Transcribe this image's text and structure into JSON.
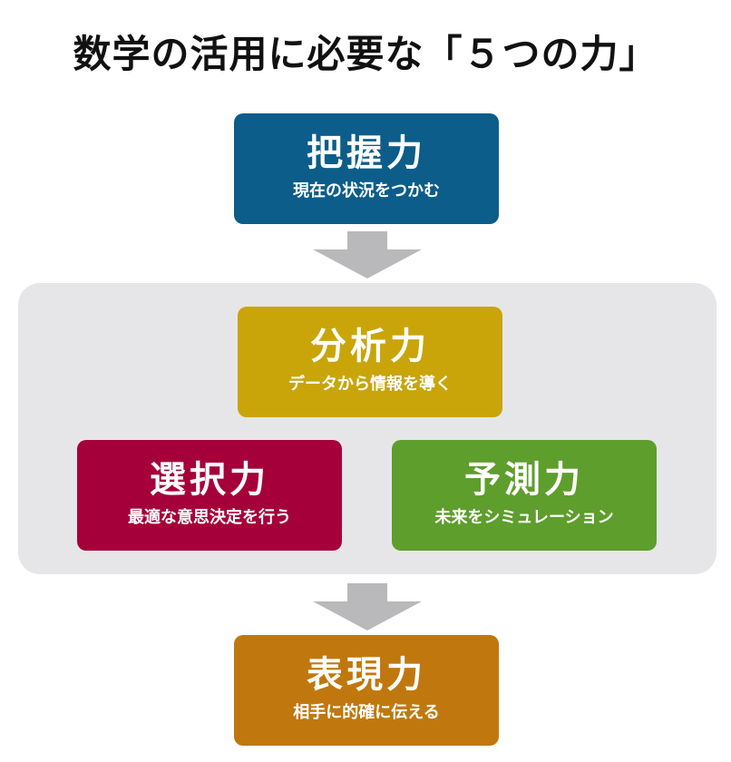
{
  "title": "数学の活用に必要な「５つの力」",
  "colors": {
    "haaku": "#0c5d8a",
    "bunseki": "#c9a50a",
    "sentaku": "#a6003a",
    "yosoku": "#5e9e2c",
    "hyogen": "#c0780e",
    "arrow": "#b9b9bb",
    "panel": "#e6e6e8"
  },
  "boxes": {
    "haaku": {
      "name": "把握力",
      "desc": "現在の状況をつかむ"
    },
    "bunseki": {
      "name": "分析力",
      "desc": "データから情報を導く"
    },
    "sentaku": {
      "name": "選択力",
      "desc": "最適な意思決定を行う"
    },
    "yosoku": {
      "name": "予測力",
      "desc": "未来をシミュレーション"
    },
    "hyogen": {
      "name": "表現力",
      "desc": "相手に的確に伝える"
    }
  }
}
